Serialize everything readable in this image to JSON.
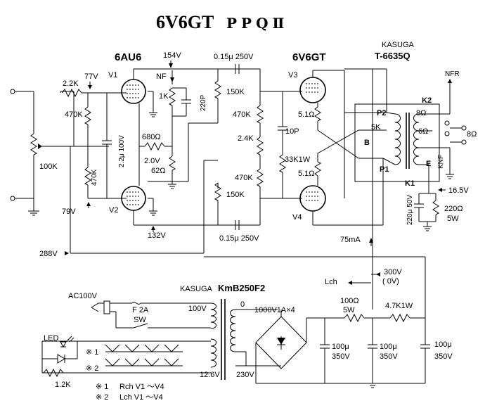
{
  "title": "6V6GT",
  "title_suffix": "PPQⅡ",
  "tubes": {
    "driver": "6AU6",
    "output": "6V6GT",
    "v1": "V1",
    "v2": "V2",
    "v3": "V3",
    "v4": "V4"
  },
  "transformer_out": {
    "maker": "KASUGA",
    "model": "T-6635Q"
  },
  "power_transformer": {
    "maker": "KASUGA",
    "model": "KmB250F2"
  },
  "labels": {
    "in_2k2": "2.2K",
    "v77": "77V",
    "r470k_a": "470K",
    "r470k_b": "470K",
    "r470k_c": "470K",
    "r470k_d": "470K",
    "vol100k": "100K",
    "v79": "79V",
    "c22": "2.2μ 100V",
    "v154": "154V",
    "nf": "NF",
    "r1k": "1K",
    "c220p": "220P",
    "r680": "680Ω",
    "v20": "2.0V",
    "r62": "62Ω",
    "v132": "132V",
    "c015_top": "0.15μ 250V",
    "c015_bot": "0.15μ 250V",
    "r150k_top": "150K",
    "r150k_bot": "150K",
    "r24k": "2.4K",
    "c10p": "10P",
    "r33k": "33K1W",
    "r51_top": "5.1Ω",
    "r51_bot": "5.1Ω",
    "p2": "P2",
    "p1": "P1",
    "b": "B",
    "k2": "K2",
    "k1": "K1",
    "e": "E",
    "tap5k": "5K",
    "o8_a": "8Ω",
    "o6": "6Ω",
    "o8_out": "8Ω",
    "nfr": "NFR",
    "knf": "KNF",
    "v165": "16.5V",
    "c220u": "220μ 50V",
    "r220": "220Ω",
    "r220w": "5W",
    "v288": "288V",
    "ma75": "75mA",
    "v300": "300V",
    "v0": "( 0V)",
    "lch": "Lch",
    "ac100": "AC100V",
    "f2a": "F 2A",
    "sw": "SW",
    "t100v": "100V",
    "t0": "0",
    "diode": "1000V1A×4",
    "r100": "100Ω",
    "r100w": "5W",
    "r47k": "4.7K1W",
    "c100_1": "100μ",
    "c100_1v": "350V",
    "c100_2": "100μ",
    "c100_2v": "350V",
    "c100_3": "100μ",
    "c100_3v": "350V",
    "t230": "230V",
    "t126": "12.6V",
    "led": "LED",
    "r12k": "1.2K",
    "note1": "※ 1",
    "note2": "※ 2",
    "legend1_k": "※ 1",
    "legend1_v": "Rch  V1 ～V4",
    "legend2_k": "※ 2",
    "legend2_v": "Lch  V1 ～V4"
  }
}
